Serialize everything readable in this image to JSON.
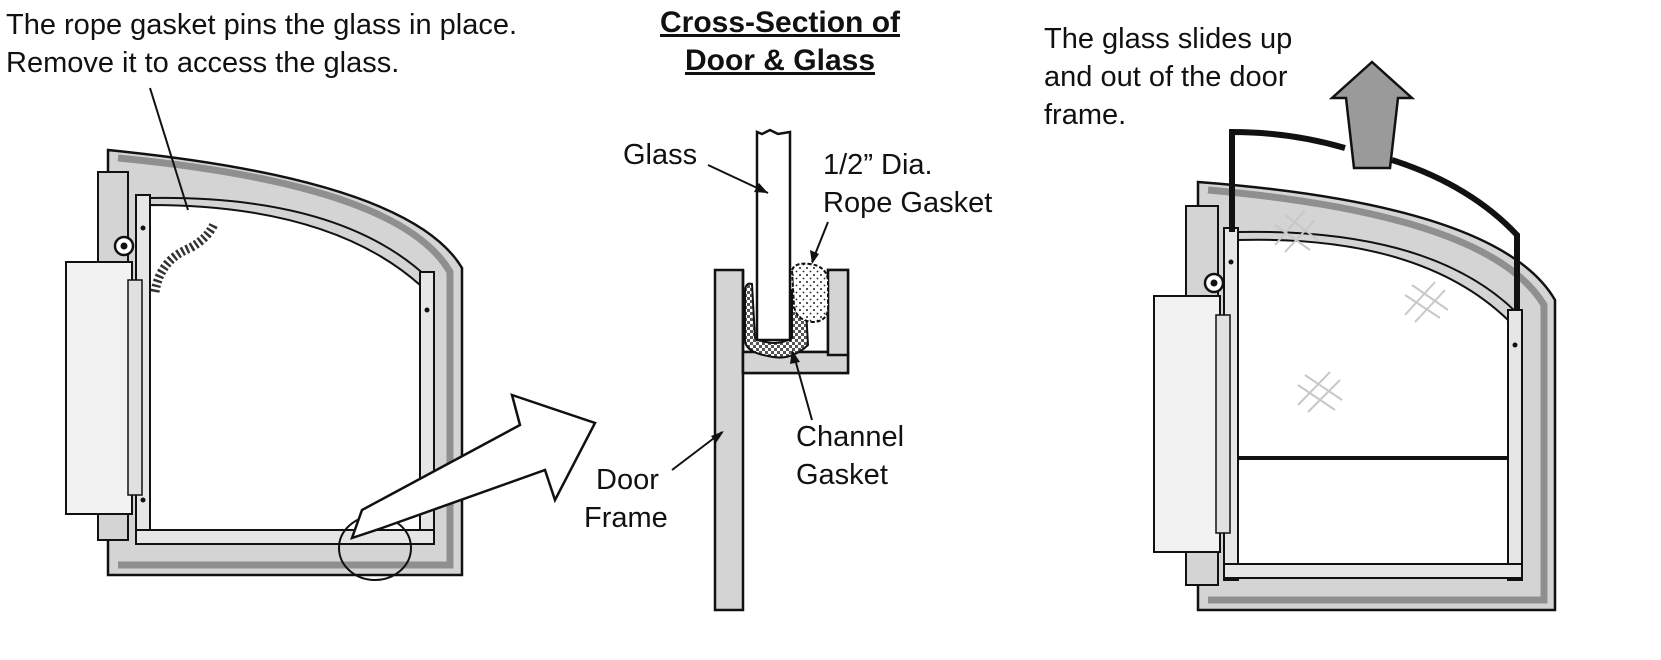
{
  "left_note": {
    "line1": "The rope gasket pins the glass in place.",
    "line2": "Remove it to access the glass."
  },
  "section_title": {
    "line1": "Cross-Section of",
    "line2": "Door & Glass"
  },
  "labels": {
    "glass": "Glass",
    "rope_gasket_line1": "1/2” Dia.",
    "rope_gasket_line2": "Rope Gasket",
    "channel_gasket_line1": "Channel",
    "channel_gasket_line2": "Gasket",
    "door_frame_line1": "Door",
    "door_frame_line2": "Frame"
  },
  "right_note": {
    "line1": "The glass slides up",
    "line2": "and out of the door",
    "line3": "frame."
  },
  "colors": {
    "frame_fill": "#d4d4d4",
    "frame_band": "#8f8f8f",
    "outline": "#111111",
    "arrow_fill": "#9a9a9a"
  }
}
